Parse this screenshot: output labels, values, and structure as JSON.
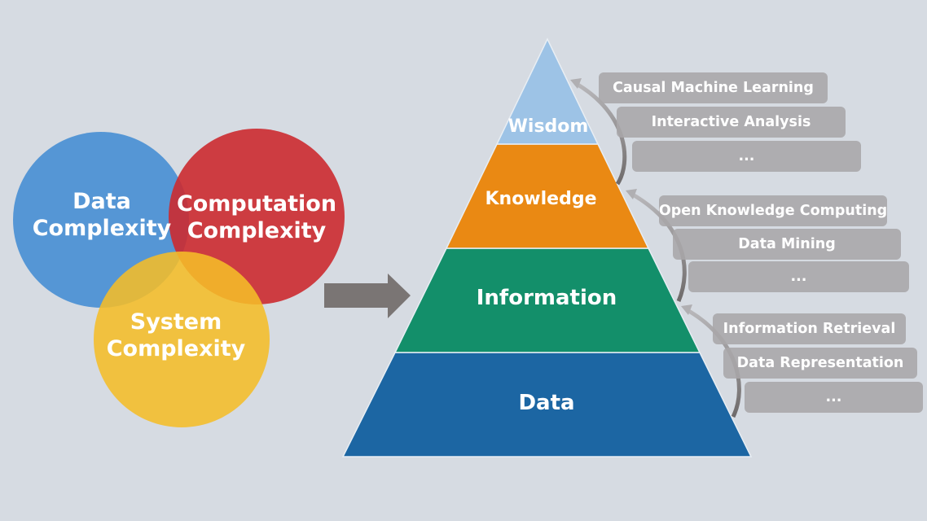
{
  "colors": {
    "background": "#d6dbe2",
    "data_circle": "#4a90d4",
    "computation_circle": "#cc2a30",
    "system_circle": "#f5bd28",
    "arrow": "#7a7574",
    "wisdom": "#9dc3e6",
    "knowledge": "#ea8913",
    "information": "#138f6a",
    "data": "#1c66a3",
    "method_box": "#a8a6a9"
  },
  "venn": {
    "circles": [
      {
        "id": "data",
        "label_line1": "Data",
        "label_line2": "Complexity"
      },
      {
        "id": "computation",
        "label_line1": "Computation",
        "label_line2": "Complexity"
      },
      {
        "id": "system",
        "label_line1": "System",
        "label_line2": "Complexity"
      }
    ]
  },
  "pyramid": {
    "layers": [
      {
        "id": "wisdom",
        "label": "Wisdom"
      },
      {
        "id": "knowledge",
        "label": "Knowledge"
      },
      {
        "id": "information",
        "label": "Information"
      },
      {
        "id": "data",
        "label": "Data"
      }
    ]
  },
  "method_groups": [
    {
      "target": "wisdom",
      "items": [
        "Causal Machine Learning",
        "Interactive Analysis",
        "..."
      ]
    },
    {
      "target": "knowledge",
      "items": [
        "Open Knowledge Computing",
        "Data Mining",
        "..."
      ]
    },
    {
      "target": "information",
      "items": [
        "Information Retrieval",
        "Data Representation",
        "..."
      ]
    }
  ]
}
